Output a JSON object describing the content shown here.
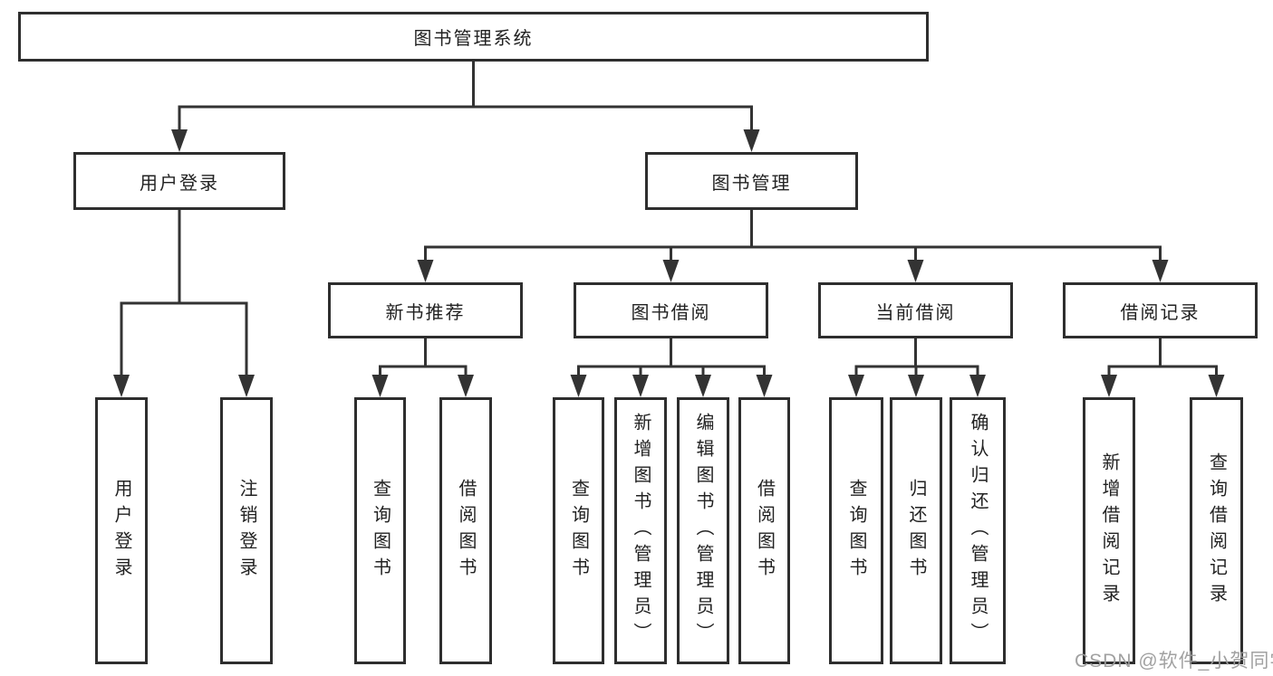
{
  "nodes": {
    "root": "图书管理系统",
    "user_login": "用户登录",
    "book_mgmt": "图书管理",
    "new_book_rec": "新书推荐",
    "book_borrow": "图书借阅",
    "current_borrow": "当前借阅",
    "borrow_record": "借阅记录",
    "login": "用户登录",
    "logout": "注销登录",
    "rec_query": "查询图书",
    "rec_borrow": "借阅图书",
    "bb_query": "查询图书",
    "bb_add": "新增图书（管理员）",
    "bb_edit": "编辑图书（管理员）",
    "bb_borrow": "借阅图书",
    "cur_query": "查询图书",
    "cur_return": "归还图书",
    "cur_confirm": "确认归还（管理员）",
    "rechist_add": "新增借阅记录",
    "rechist_query": "查询借阅记录"
  },
  "watermark": "CSDN @软件_小贺同学",
  "colors": {
    "line": "#333333",
    "box_border": "#2e2e2e",
    "text": "#222222",
    "background": "#ffffff",
    "watermark": "#9c9c9c"
  }
}
